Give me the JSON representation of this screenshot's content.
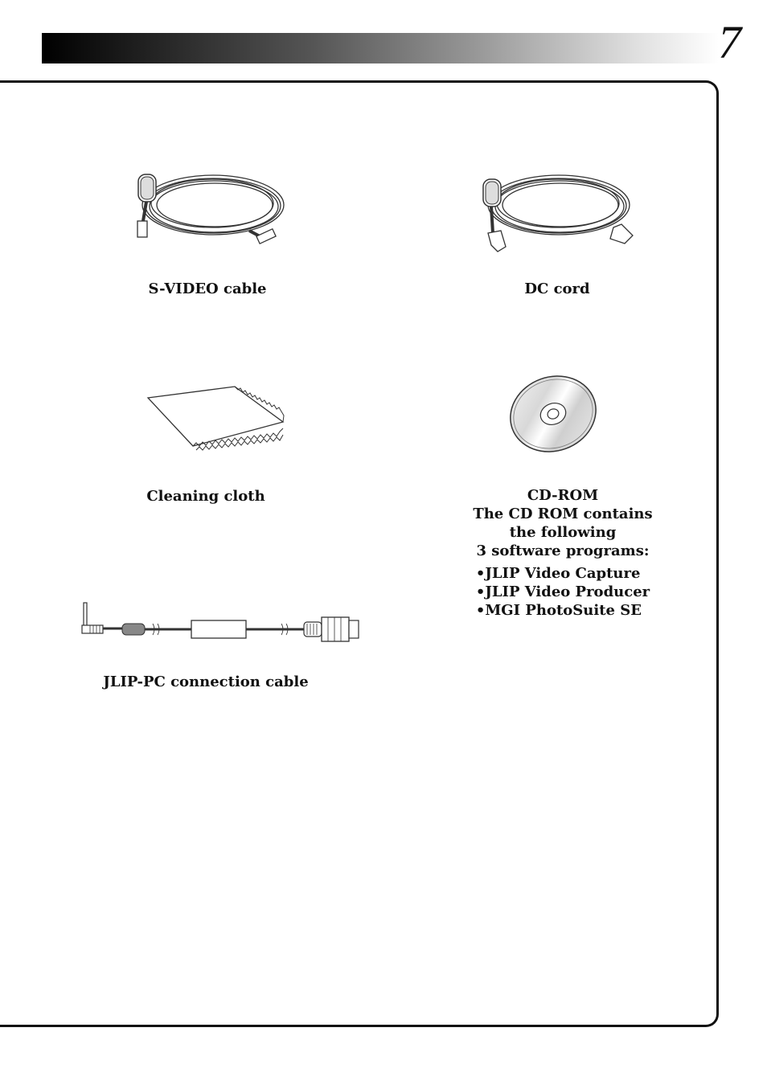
{
  "page": {
    "number": "7"
  },
  "items": {
    "svideo_cable": {
      "label": "S-VIDEO cable"
    },
    "dc_cord": {
      "label": "DC cord"
    },
    "cleaning_cloth": {
      "label": "Cleaning cloth"
    },
    "cd_rom": {
      "label": "CD-ROM",
      "description_lines": [
        "The CD ROM contains",
        "the following",
        "3 software programs:"
      ],
      "programs": [
        "•JLIP Video Capture",
        "•JLIP Video Producer",
        "•MGI PhotoSuite SE"
      ]
    },
    "jlip_cable": {
      "label": "JLIP-PC connection cable"
    }
  },
  "colors": {
    "ink": "#111111",
    "header_gradient_start": "#000000",
    "header_gradient_end": "#ffffff"
  }
}
